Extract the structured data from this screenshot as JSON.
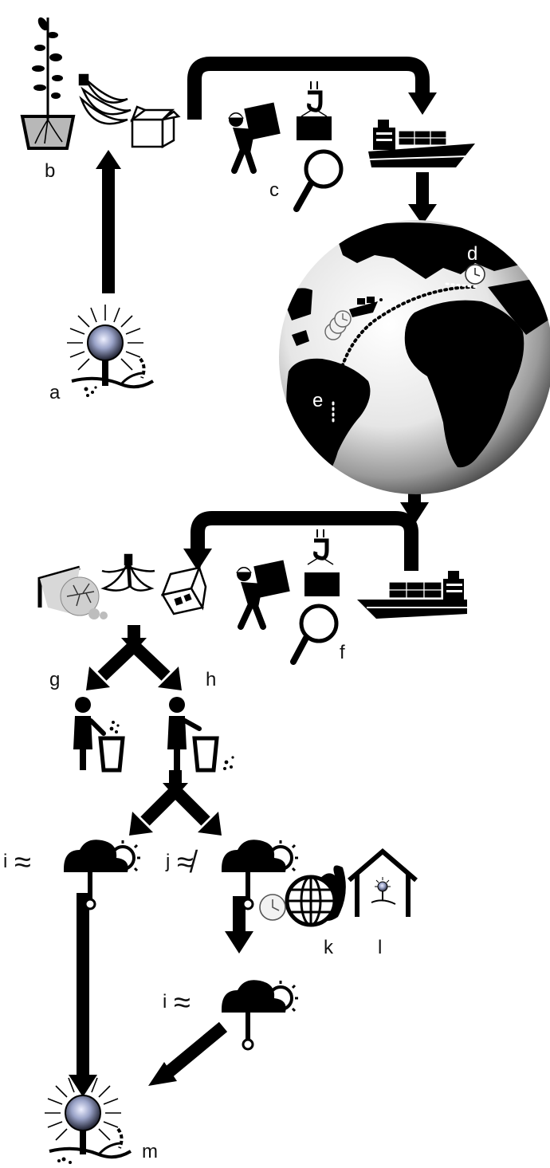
{
  "labels": {
    "a": "a",
    "b": "b",
    "c": "c",
    "d": "d",
    "e": "e",
    "f": "f",
    "g": "g",
    "h": "h",
    "i1": "i",
    "j": "j",
    "i2": "i",
    "k": "k",
    "l": "l",
    "m": "m"
  },
  "symbols": {
    "approx": "≈",
    "not_approx": "≉"
  },
  "icons": [
    "fungus-spore-icon",
    "potted-plant-icon",
    "bananas-icon",
    "open-box-icon",
    "worker-carrying-box-icon",
    "crane-hook-crate-icon",
    "magnifier-icon",
    "cargo-ship-icon",
    "globe-icon",
    "clock-icon",
    "diseased-leaf-frame-icon",
    "banana-peel-icon",
    "damaged-box-icon",
    "person-trash-bin-icon",
    "weather-thermometer-icon",
    "world-clock-flame-icon",
    "house-spore-icon"
  ],
  "colors": {
    "ink": "#000000",
    "background": "#ffffff",
    "spore_core": "#9aa3c8"
  }
}
